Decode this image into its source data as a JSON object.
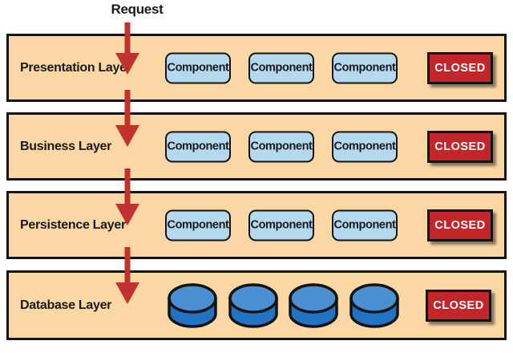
{
  "request_label": "Request",
  "colors": {
    "canvas-bg": "#ffffff",
    "layer-bg": "#fad7a5",
    "layer-border": "#141414",
    "component-bg": "#b4d8ee",
    "component-border": "#141414",
    "closed-bg": "#c2262b",
    "closed-text": "#ffffff",
    "arrow": "#c1322e",
    "db-light": "#4a90d2",
    "db-dark": "#2273c4",
    "text": "#1a1a1a"
  },
  "layers": [
    {
      "label": "Presentation Layer",
      "components": [
        "Component",
        "Component",
        "Component"
      ],
      "closed": "CLOSED"
    },
    {
      "label": "Business Layer",
      "components": [
        "Component",
        "Component",
        "Component"
      ],
      "closed": "CLOSED"
    },
    {
      "label": "Persistence Layer",
      "components": [
        "Component",
        "Component",
        "Component"
      ],
      "closed": "CLOSED"
    },
    {
      "label": "Database Layer",
      "databases": [
        "database",
        "database",
        "database",
        "database"
      ],
      "closed": "CLOSED"
    }
  ]
}
